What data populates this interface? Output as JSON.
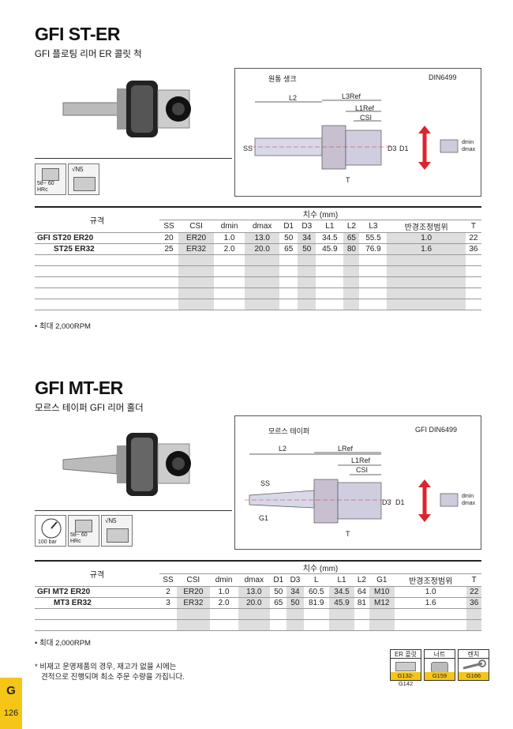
{
  "section1": {
    "title": "GFI ST-ER",
    "subtitle": "GFI 플로팅 리머 ER 콜릿 척",
    "diagram": {
      "shank_label": "원통 생크",
      "standard": "DIN6499",
      "dims": [
        "L2",
        "L3Ref",
        "L1Ref",
        "CSI",
        "SS",
        "D3",
        "D1",
        "T"
      ],
      "dmin": "dmin",
      "dmax": "dmax"
    },
    "badges": [
      "58~ 60 HRc",
      "√N5"
    ],
    "table": {
      "group_header": "규격",
      "dim_header": "치수 (mm)",
      "columns": [
        "SS",
        "CSI",
        "dmin",
        "dmax",
        "D1",
        "D3",
        "L1",
        "L2",
        "L3",
        "반경조정범위",
        "T"
      ],
      "rows": [
        {
          "model": "GFI ST20 ER20",
          "cells": [
            "20",
            "ER20",
            "1.0",
            "13.0",
            "50",
            "34",
            "34.5",
            "65",
            "55.5",
            "1.0",
            "22"
          ]
        },
        {
          "model": "ST25 ER32",
          "cells": [
            "25",
            "ER32",
            "2.0",
            "20.0",
            "65",
            "50",
            "45.9",
            "80",
            "76.9",
            "1.6",
            "36"
          ]
        }
      ],
      "empty_rows": 5
    },
    "note": "• 최대 2,000RPM"
  },
  "section2": {
    "title": "GFI MT-ER",
    "subtitle": "모르스 테이퍼 GFI 리머 홀더",
    "diagram": {
      "shank_label": "모르스 테이퍼",
      "standard": "GFI DIN6499",
      "dims": [
        "L2",
        "LRef",
        "L1Ref",
        "CSI",
        "SS",
        "G1",
        "D3",
        "D1",
        "T"
      ],
      "dmin": "dmin",
      "dmax": "dmax"
    },
    "badges": [
      "100 bar",
      "58~ 60 HRc",
      "√N5"
    ],
    "table": {
      "group_header": "규격",
      "dim_header": "치수 (mm)",
      "columns": [
        "SS",
        "CSI",
        "dmin",
        "dmax",
        "D1",
        "D3",
        "L",
        "L1",
        "L2",
        "G1",
        "반경조정범위",
        "T"
      ],
      "rows": [
        {
          "model": "GFI MT2 ER20",
          "cells": [
            "2",
            "ER20",
            "1.0",
            "13.0",
            "50",
            "34",
            "60.5",
            "34.5",
            "64",
            "M10",
            "1.0",
            "22"
          ]
        },
        {
          "model": "MT3 ER32",
          "cells": [
            "3",
            "ER32",
            "2.0",
            "20.0",
            "65",
            "50",
            "81.9",
            "45.9",
            "81",
            "M12",
            "1.6",
            "36"
          ]
        }
      ],
      "empty_rows": 2
    },
    "note": "• 최대 2,000RPM"
  },
  "footnote_line1": "* 비재고 운영제품의 경우, 재고가 없을 시에는",
  "footnote_line2": "견적으로 진행되며 최소 주문 수량을 가집니다.",
  "accessories": [
    {
      "label": "ER 콜릿",
      "ref": "G132-G142"
    },
    {
      "label": "너트",
      "ref": "G159"
    },
    {
      "label": "렌치",
      "ref": "G166"
    }
  ],
  "page": {
    "section_letter": "G",
    "page_number": "126"
  },
  "colors": {
    "accent": "#f5c518",
    "shade": "#dedede",
    "arrow": "#d9262c"
  }
}
